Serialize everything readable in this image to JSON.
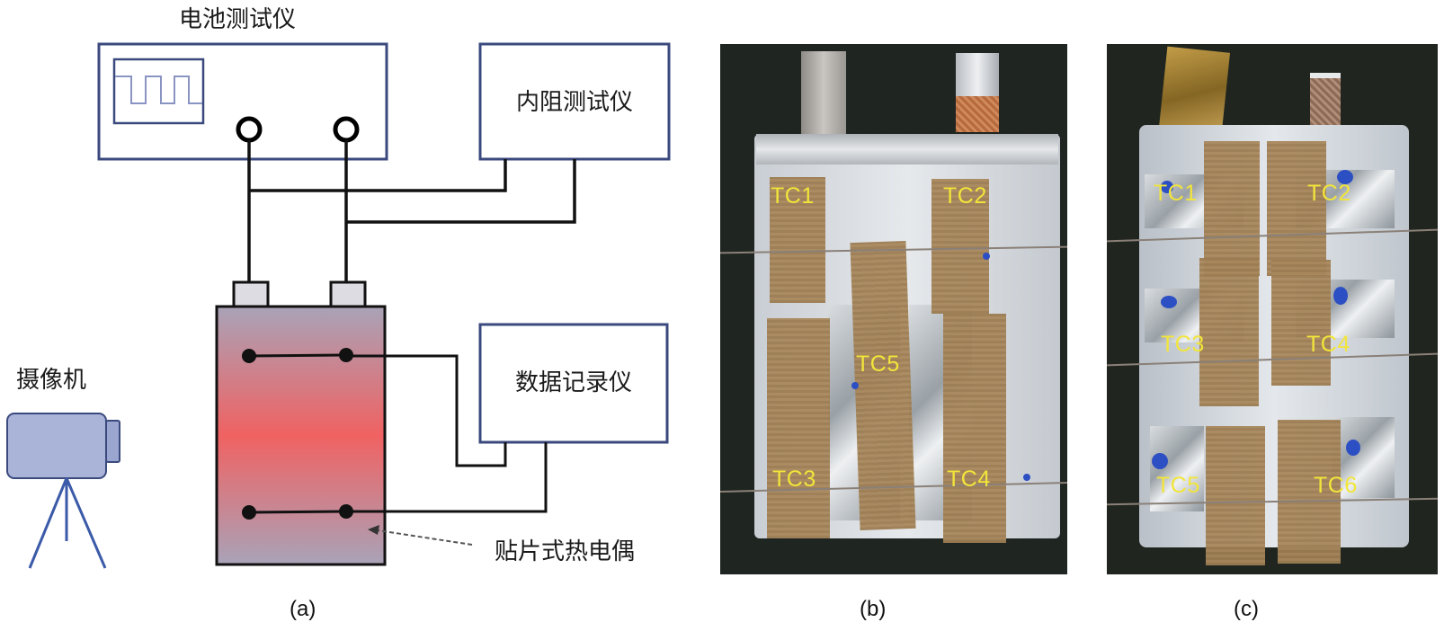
{
  "figure": {
    "panel_a": {
      "caption": "(a)",
      "battery_tester_label": "电池测试仪",
      "internal_resistance_tester_label": "内阻测试仪",
      "data_logger_label": "数据记录仪",
      "camera_label": "摄像机",
      "thermocouple_label": "贴片式热电偶"
    },
    "panel_b": {
      "caption": "(b)",
      "thermocouples": [
        "TC1",
        "TC2",
        "TC3",
        "TC4",
        "TC5"
      ]
    },
    "panel_c": {
      "caption": "(c)",
      "thermocouples": [
        "TC1",
        "TC2",
        "TC3",
        "TC4",
        "TC5",
        "TC6"
      ]
    },
    "colors": {
      "box_border": "#3b4a7e",
      "wire": "#111111",
      "battery_hot": "#f06262",
      "battery_cool": "#a9a3b8",
      "camera": "#aab4d9",
      "tc_label": "#f2e53a",
      "photo_background": "#1f2520"
    }
  }
}
